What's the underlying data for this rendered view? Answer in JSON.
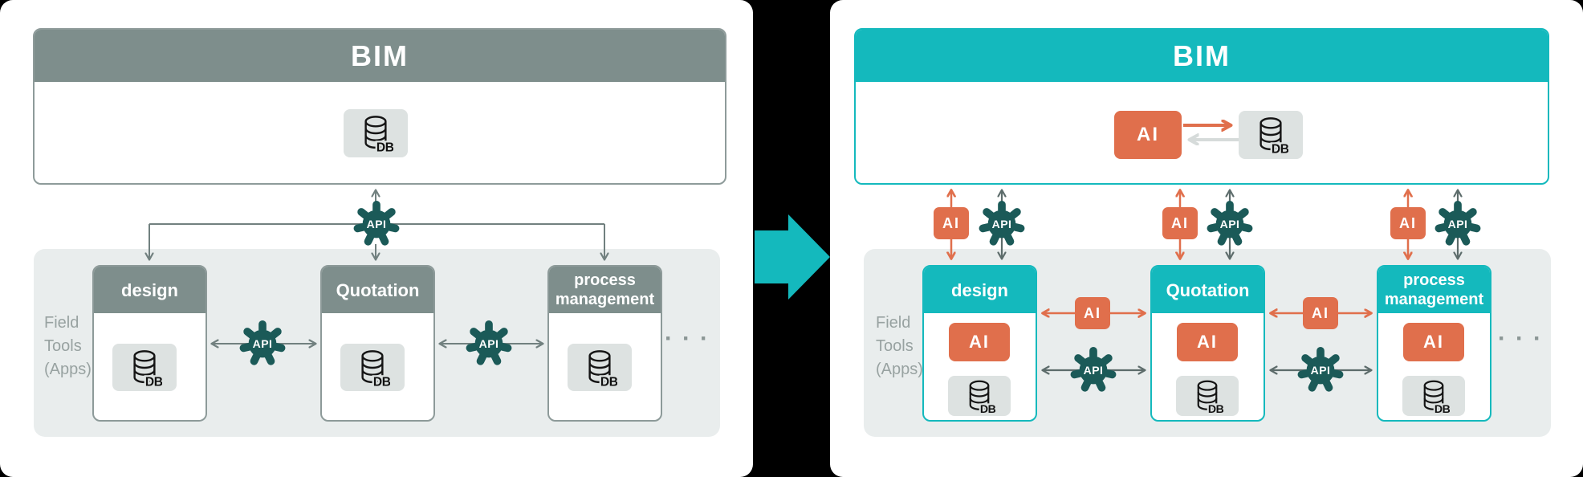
{
  "labels": {
    "ai": "AI",
    "api": "API",
    "db": "DB",
    "ellipsis": "···"
  },
  "left_panel": {
    "title": "BIM",
    "field_tools": [
      "Field",
      "Tools",
      "(Apps)"
    ],
    "apps": [
      "design",
      "Quotation",
      "process management"
    ]
  },
  "right_panel": {
    "title": "BIM",
    "field_tools": [
      "Field",
      "Tools",
      "(Apps)"
    ],
    "apps": [
      "design",
      "Quotation",
      "process management"
    ]
  },
  "colors": {
    "teal_accent": "#14b9bd",
    "orange_ai": "#e06f4c",
    "gear_teal": "#1b5a58",
    "header_gray": "#7e8e8c",
    "panel_gray": "#e9eded",
    "tile_gray": "#dde2e1",
    "arrow_gray": "#71807f",
    "arrow_dark_gray": "#5d6c6b",
    "arrow_light_gray": "#d6dbda"
  }
}
